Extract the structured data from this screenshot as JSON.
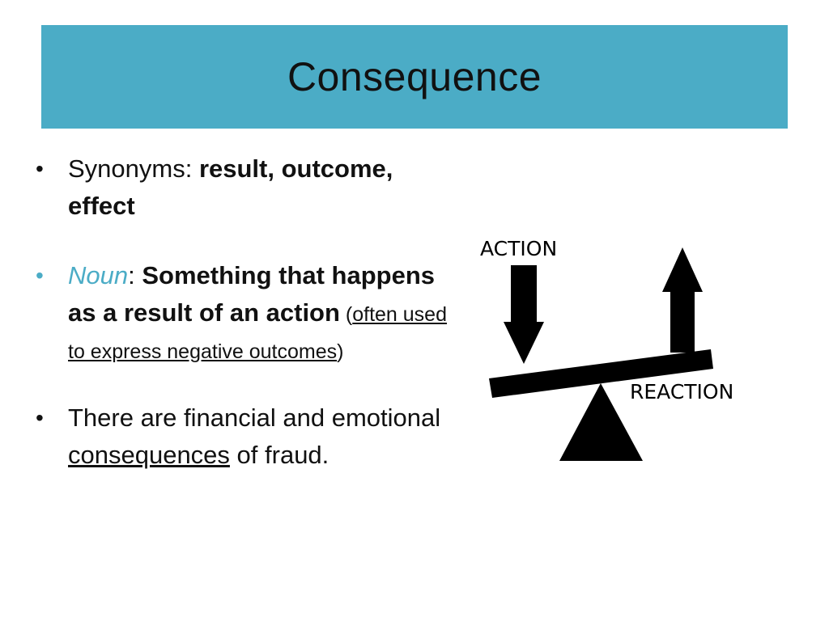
{
  "slide": {
    "title": "Consequence",
    "accent_color": "#4bacc6"
  },
  "bullets": {
    "synonyms": {
      "label": "Synonyms: ",
      "words_line1": "result, outcome,",
      "words_line2": "effect"
    },
    "noun": {
      "pos": "Noun",
      "colon": ": ",
      "definition": "Something that happens as a result of an action",
      "note_open": " (",
      "note_text": "often used to express negative outcomes",
      "note_close": ")"
    },
    "example": {
      "text_before": "There are financial and emotional ",
      "keyword": "consequences",
      "text_after": " of fraud."
    }
  },
  "diagram": {
    "action_label": "ACTION",
    "reaction_label": "REACTION"
  }
}
